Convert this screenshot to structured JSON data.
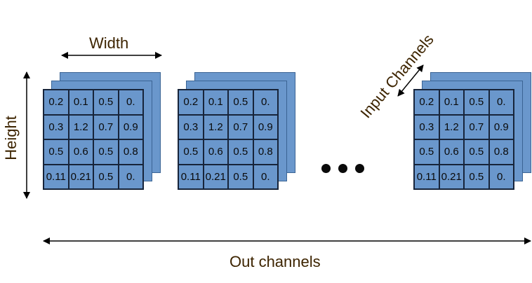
{
  "labels": {
    "width": "Width",
    "height": "Height",
    "input_channels": "Input Channels",
    "out_channels": "Out channels"
  },
  "kernels": [
    {
      "cells": [
        [
          "0.2",
          "0.1",
          "0.5",
          "0."
        ],
        [
          "0.3",
          "1.2",
          "0.7",
          "0.9"
        ],
        [
          "0.5",
          "0.6",
          "0.5",
          "0.8"
        ],
        [
          "0.11",
          "0.21",
          "0.5",
          "0."
        ]
      ]
    },
    {
      "cells": [
        [
          "0.2",
          "0.1",
          "0.5",
          "0."
        ],
        [
          "0.3",
          "1.2",
          "0.7",
          "0.9"
        ],
        [
          "0.5",
          "0.6",
          "0.5",
          "0.8"
        ],
        [
          "0.11",
          "0.21",
          "0.5",
          "0."
        ]
      ]
    },
    {
      "cells": [
        [
          "0.2",
          "0.1",
          "0.5",
          "0."
        ],
        [
          "0.3",
          "1.2",
          "0.7",
          "0.9"
        ],
        [
          "0.5",
          "0.6",
          "0.5",
          "0.8"
        ],
        [
          "0.11",
          "0.21",
          "0.5",
          "0."
        ]
      ]
    }
  ],
  "colors": {
    "cell_fill": "#6a97cc",
    "grid_line": "#17243a",
    "label_text": "#3d2400",
    "arrow": "#000000"
  }
}
